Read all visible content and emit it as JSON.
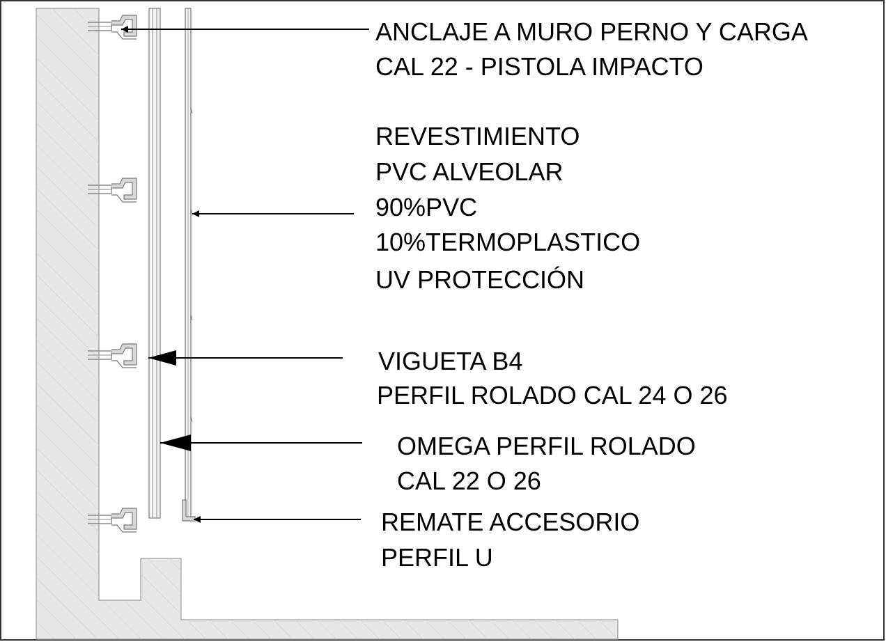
{
  "callouts": {
    "anclaje": {
      "line1": "ANCLAJE A MURO PERNO Y CARGA",
      "line2": "CAL 22 - PISTOLA IMPACTO"
    },
    "revestimiento": {
      "line1": "REVESTIMIENTO",
      "line2": "PVC ALVEOLAR",
      "line3": "90%PVC",
      "line4": "10%TERMOPLASTICO",
      "line5": "UV PROTECCIÓN"
    },
    "vigueta": {
      "line1": "VIGUETA B4",
      "line2": "PERFIL ROLADO CAL 24 O 26"
    },
    "omega": {
      "line1": "OMEGA PERFIL ROLADO",
      "line2": "CAL 22 O 26"
    },
    "remate": {
      "line1": "REMATE ACCESORIO",
      "line2": "PERFIL U"
    }
  },
  "colors": {
    "wall_fill": "#e4e4e4",
    "hatch": "#cfcfcf",
    "outline": "#000000",
    "component_line": "#777777"
  }
}
